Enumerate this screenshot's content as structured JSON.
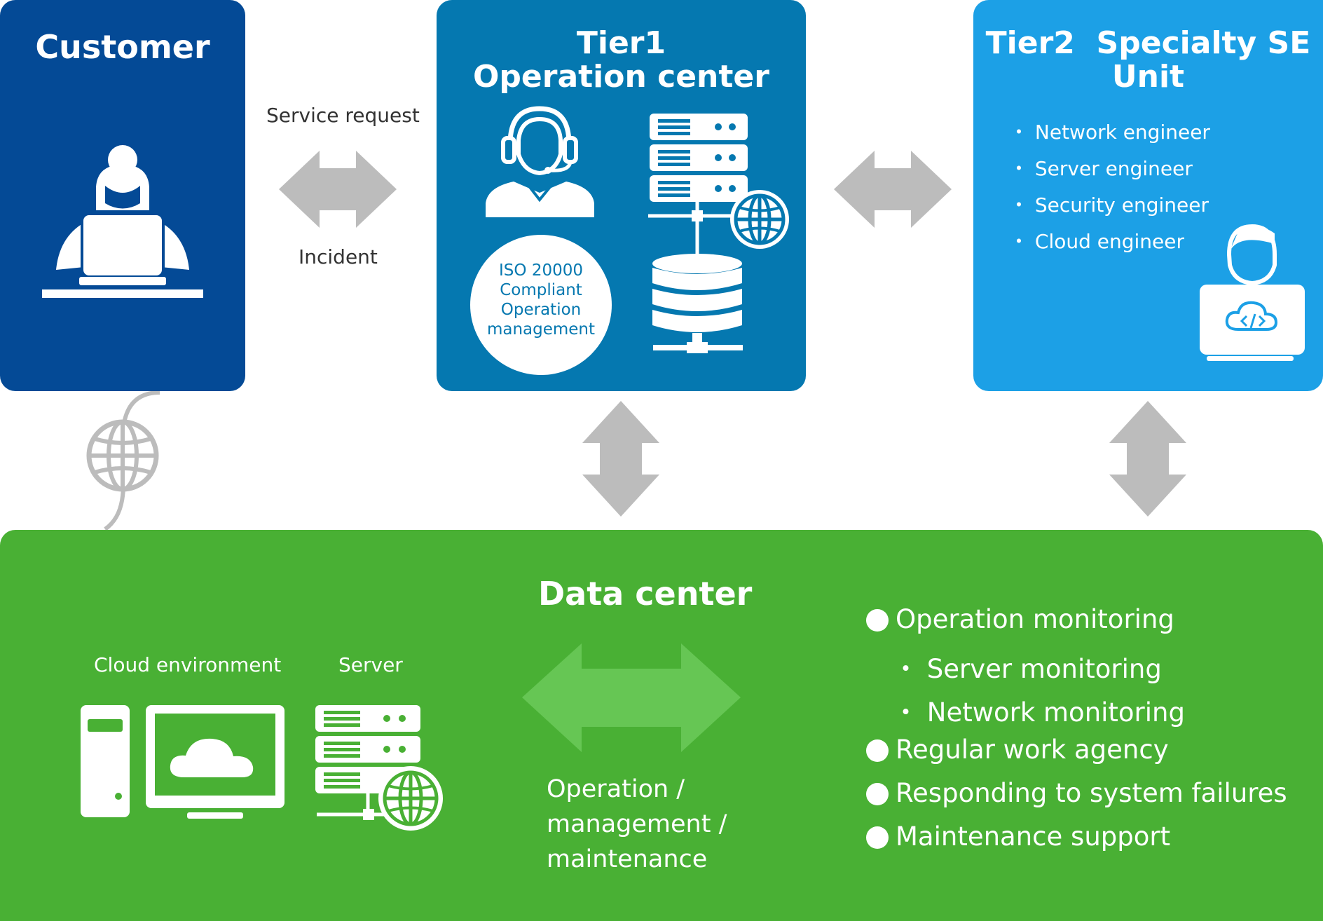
{
  "colors": {
    "customer": "#044a96",
    "tier1": "#0578b0",
    "tier2": "#1ca0e6",
    "datacenter": "#49b034",
    "arrow_gray": "#bcbcbc",
    "arrow_green": "#66c654"
  },
  "customer": {
    "title": "Customer",
    "icon": "person-with-laptop-icon"
  },
  "service_request_label": "Service request",
  "incident_label": "Incident",
  "tier1": {
    "title_line1": "Tier1",
    "title_line2": "Operation center",
    "iso_badge": {
      "line1": "ISO 20000",
      "line2": "Compliant",
      "line3": "Operation",
      "line4": "management"
    },
    "icons": [
      "headset-operator-icon",
      "server-rack-icon",
      "globe-icon",
      "database-icon"
    ]
  },
  "tier2": {
    "title_line1": "Tier2  Specialty SE",
    "title_line2": "Unit",
    "items": [
      "・ Network engineer",
      "・ Server engineer",
      "・ Security engineer",
      "・ Cloud engineer"
    ],
    "icon": "engineer-with-laptop-icon"
  },
  "datacenter": {
    "title": "Data center",
    "cloud_env_label": "Cloud environment",
    "server_label": "Server",
    "op_label_line1": "Operation /",
    "op_label_line2": "management /",
    "op_label_line3": "maintenance",
    "bullets": {
      "operation_monitoring": "Operation monitoring",
      "server_monitoring": "・ Server monitoring",
      "network_monitoring": "・ Network monitoring",
      "regular_work": "Regular work agency",
      "system_failures": "Responding to system failures",
      "maintenance": "Maintenance support"
    }
  }
}
